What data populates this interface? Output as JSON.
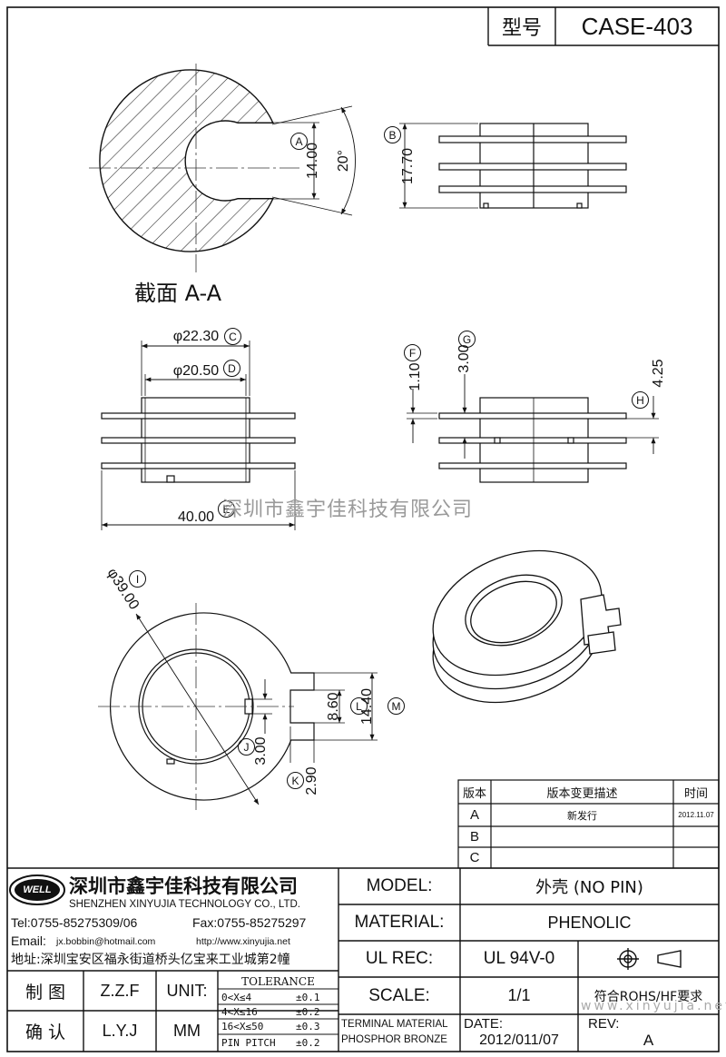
{
  "header": {
    "type_label": "型号",
    "case_code": "CASE-403"
  },
  "drawing": {
    "section_label": "截面 A-A",
    "watermark": "深圳市鑫宇佳科技有限公司",
    "dims": {
      "A": "14.00",
      "angle": "20°",
      "B": "17.70",
      "C": "φ22.30",
      "D": "φ20.50",
      "E": "40.00",
      "F": "1.10",
      "G": "3.00",
      "H": "4.25",
      "I": "φ39.00",
      "L": "8.60",
      "M": "14.40",
      "J": "3.00",
      "K": "2.90"
    },
    "callouts": [
      "A",
      "B",
      "C",
      "D",
      "E",
      "F",
      "G",
      "H",
      "I",
      "J",
      "K",
      "L",
      "M"
    ]
  },
  "revision": {
    "headers": {
      "version": "版本",
      "description": "版本变更描述",
      "time": "时间"
    },
    "rows": [
      {
        "version": "A",
        "description": "新发行",
        "time": "2012.11.07"
      },
      {
        "version": "B",
        "description": "",
        "time": ""
      },
      {
        "version": "C",
        "description": "",
        "time": ""
      }
    ]
  },
  "company": {
    "logo_text": "WELL",
    "name_cn": "深圳市鑫宇佳科技有限公司",
    "name_en": "SHENZHEN XINYUJIA TECHNOLOGY CO., LTD.",
    "tel": "Tel:0755-85275309/06",
    "fax": "Fax:0755-85275297",
    "email_label": "Email:",
    "email": "jx.bobbin@hotmail.com",
    "website": "http://www.xinyujia.net",
    "address": "地址:深圳宝安区福永街道桥头亿宝来工业城第2幢"
  },
  "title_block": {
    "model_label": "MODEL:",
    "model_value": "外壳 (NO PIN)",
    "material_label": "MATERIAL:",
    "material_value": "PHENOLIC",
    "ulrec_label": "UL REC:",
    "ulrec_value": "UL 94V-0",
    "scale_label": "SCALE:",
    "scale_value": "1/1",
    "rohs": "符合ROHS/HF要求",
    "terminal_material": "TERMINAL MATERIAL",
    "phosphor_bronze": "PHOSPHOR BRONZE",
    "date_label": "DATE:",
    "date_value": "2012/011/07",
    "rev_label": "REV:",
    "rev_value": "A",
    "drawn_label": "制 图",
    "drawn_value": "Z.Z.F",
    "checked_label": "确 认",
    "checked_value": "L.Y.J",
    "unit_label": "UNIT:",
    "unit_value": "MM",
    "tolerance_title": "TOLERANCE",
    "tolerance_rows": [
      {
        "range": "0<X≤4",
        "value": "±0.1"
      },
      {
        "range": "4<X≤16",
        "value": "±0.2"
      },
      {
        "range": "16<X≤50",
        "value": "±0.3"
      },
      {
        "range": "PIN PITCH",
        "value": "±0.2"
      }
    ],
    "watermark_url": "www.xinyujia.net"
  }
}
